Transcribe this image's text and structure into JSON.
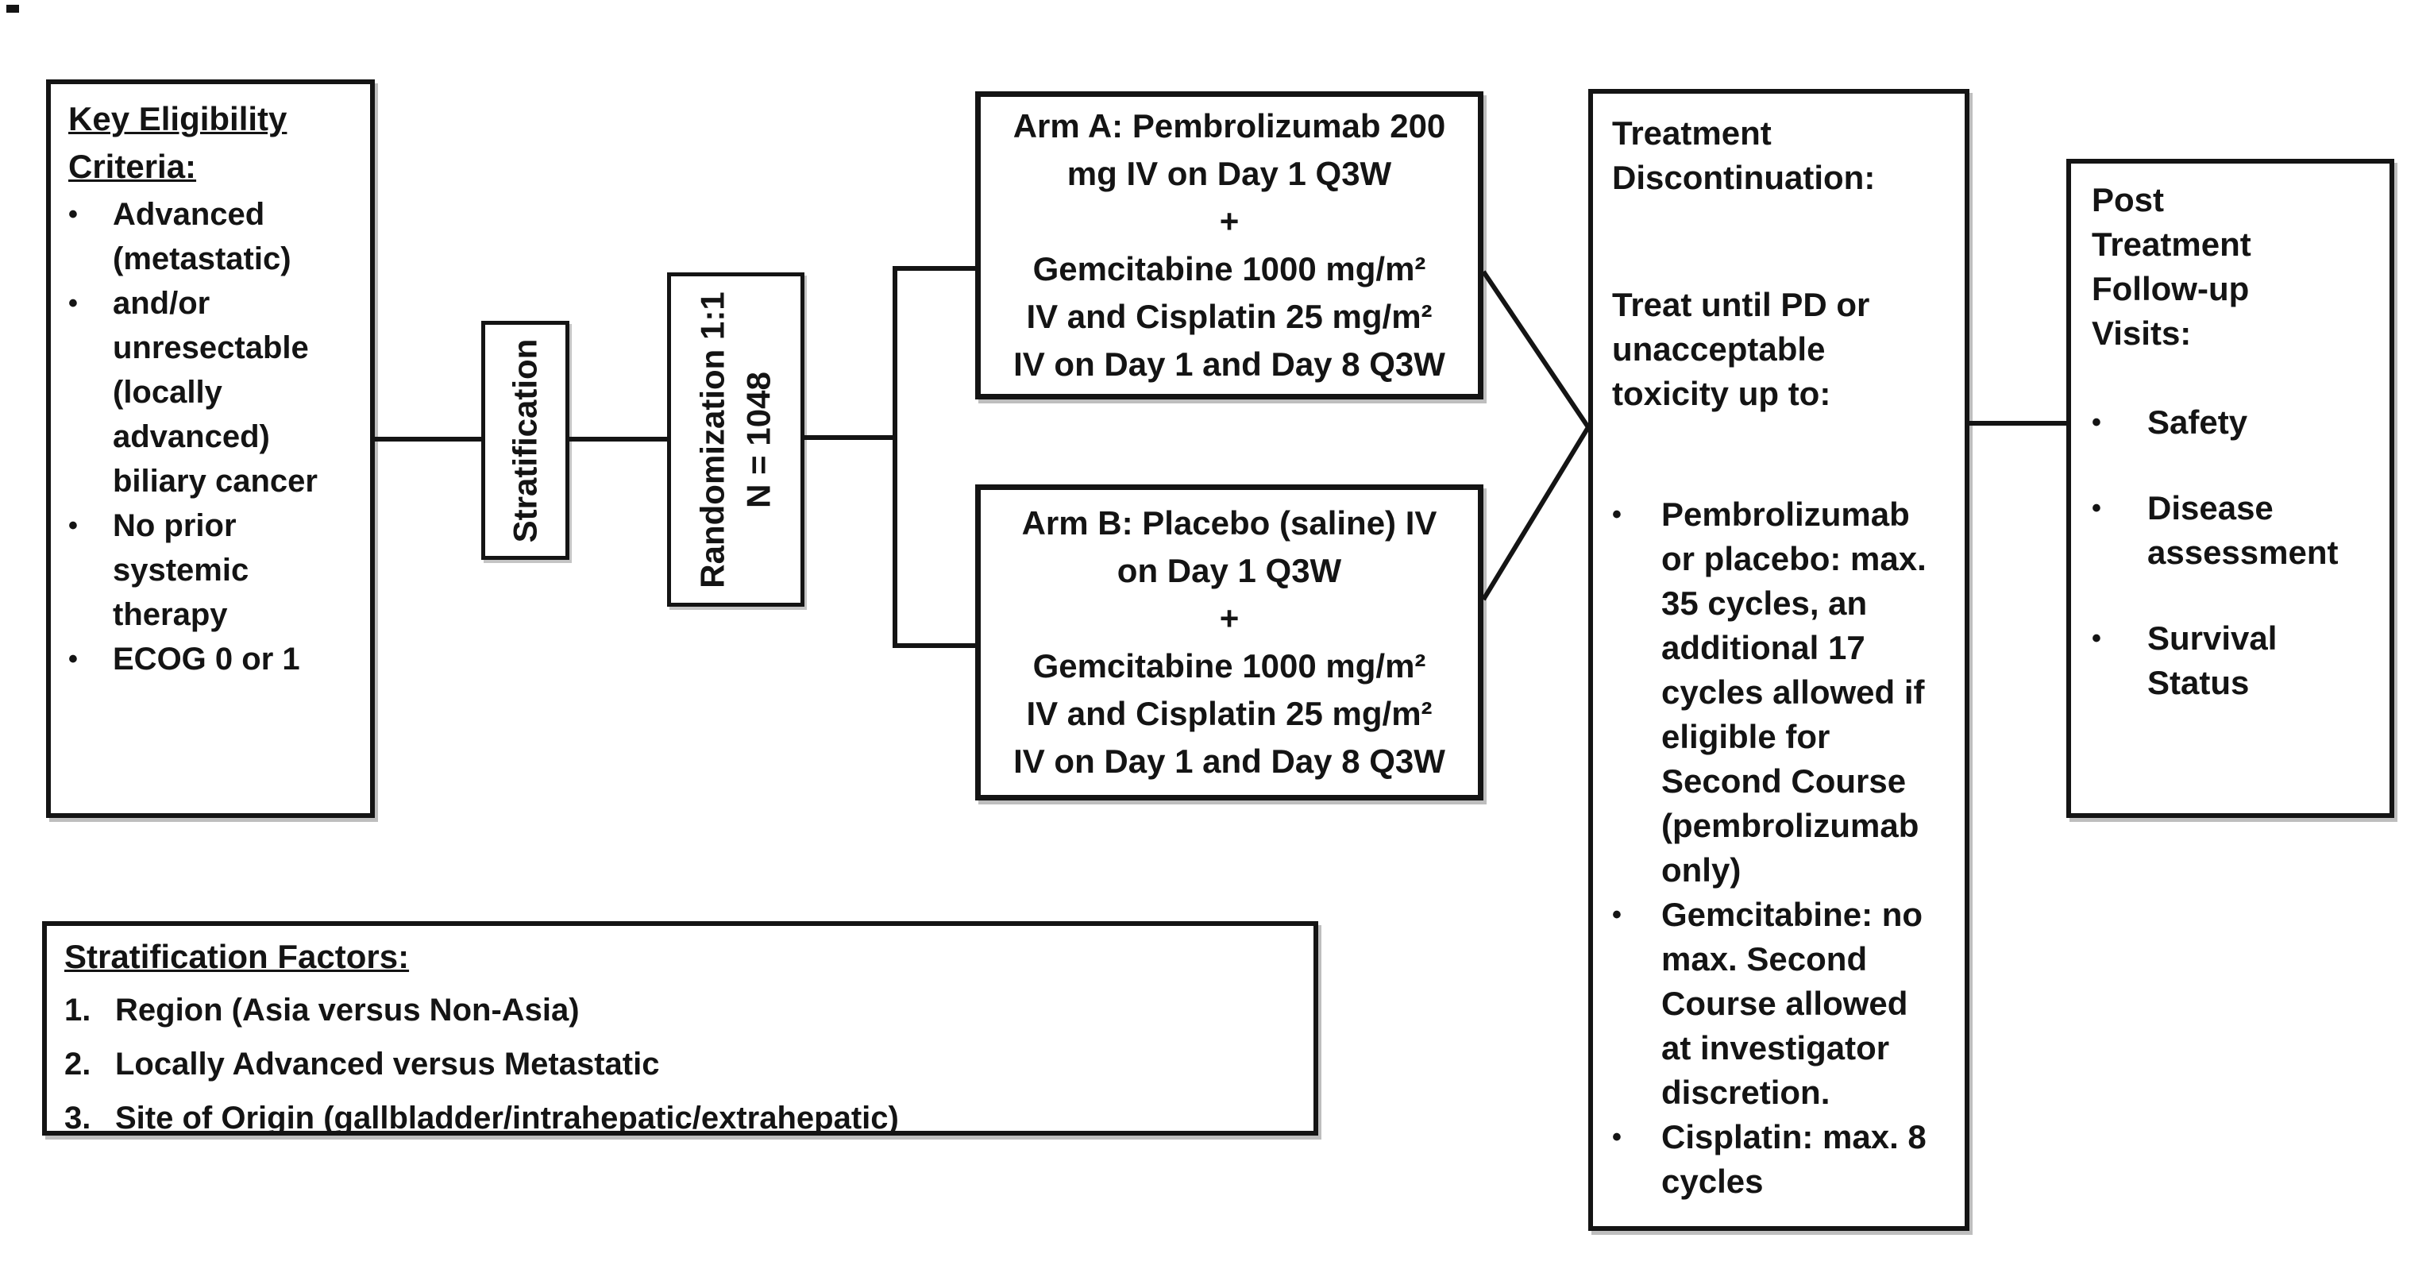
{
  "colors": {
    "ink": "#141414",
    "background": "#ffffff"
  },
  "eligibility": {
    "title": "Key Eligibility Criteria:",
    "bullet_char": "•",
    "bullets": [
      "Advanced\n(metastatic)",
      "and/or\nunresectable\n(locally\nadvanced)\nbiliary cancer",
      "No prior\nsystemic\ntherapy",
      "ECOG 0 or 1"
    ]
  },
  "stratification": {
    "label": "Stratification"
  },
  "randomization": {
    "line1": "Randomization 1:1",
    "line2": "N = 1048"
  },
  "arm_a": {
    "text": "Arm A: Pembrolizumab 200\nmg IV on Day 1 Q3W\n+\nGemcitabine 1000 mg/m²\nIV and Cisplatin 25 mg/m²\nIV on Day 1 and Day 8 Q3W"
  },
  "arm_b": {
    "text": "Arm B: Placebo (saline) IV\non Day 1 Q3W\n+\nGemcitabine 1000 mg/m²\nIV and Cisplatin 25 mg/m²\nIV on Day 1 and Day 8 Q3W"
  },
  "treatment_discontinuation": {
    "title": "Treatment\nDiscontinuation:",
    "intro": "Treat until PD or\nunacceptable\ntoxicity up to:",
    "bullet_char": "•",
    "bullets": [
      "Pembrolizumab\nor placebo: max.\n35 cycles, an\nadditional 17\ncycles allowed if\neligible for\nSecond Course\n(pembrolizumab\nonly)",
      "Gemcitabine: no\nmax. Second\nCourse allowed\nat investigator\ndiscretion.",
      "Cisplatin: max. 8\ncycles"
    ]
  },
  "post_followup": {
    "title": "Post\nTreatment\nFollow-up\nVisits:",
    "bullet_char": "•",
    "bullets": [
      "Safety",
      "Disease\nassessment",
      "Survival\nStatus"
    ]
  },
  "stratification_factors": {
    "title": "Stratification Factors:",
    "items": [
      {
        "num": "1.",
        "text": "Region (Asia versus Non-Asia)"
      },
      {
        "num": "2.",
        "text": "Locally Advanced versus Metastatic"
      },
      {
        "num": "3.",
        "text": "Site of Origin (gallbladder/intrahepatic/extrahepatic)"
      }
    ]
  }
}
